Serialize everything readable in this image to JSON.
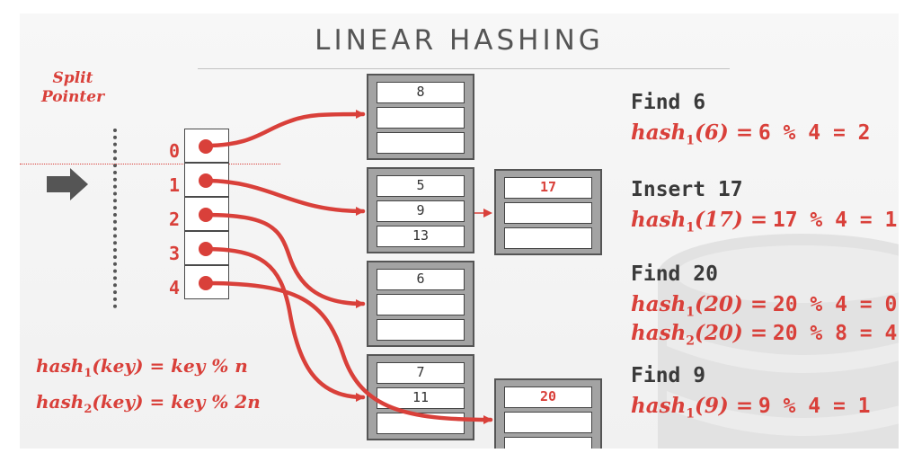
{
  "title": "LINEAR HASHING",
  "split_pointer_label": [
    "Split",
    "Pointer"
  ],
  "directory": {
    "indices": [
      "0",
      "1",
      "2",
      "3",
      "4"
    ]
  },
  "buckets": [
    {
      "slots": [
        "8",
        "",
        ""
      ]
    },
    {
      "slots": [
        "5",
        "9",
        "13"
      ]
    },
    {
      "slots": [
        "6",
        "",
        ""
      ]
    },
    {
      "slots": [
        "7",
        "11",
        ""
      ]
    }
  ],
  "overflow_buckets": [
    {
      "slots": [
        "17",
        "",
        ""
      ]
    },
    {
      "slots": [
        "20",
        "",
        ""
      ]
    }
  ],
  "formulas": [
    {
      "fn": "hash",
      "sub": "1",
      "rest": "(key) = key % n"
    },
    {
      "fn": "hash",
      "sub": "2",
      "rest": "(key) = key % 2n"
    }
  ],
  "operations": [
    {
      "title": "Find 6",
      "lines": [
        {
          "sub": "1",
          "arg": "(6)",
          "expr": "6 % 4 = 2"
        }
      ]
    },
    {
      "title": "Insert 17",
      "lines": [
        {
          "sub": "1",
          "arg": "(17)",
          "expr": "17 % 4 = 1"
        }
      ]
    },
    {
      "title": "Find 20",
      "lines": [
        {
          "sub": "1",
          "arg": "(20)",
          "expr": "20 % 4 = 0"
        },
        {
          "sub": "2",
          "arg": "(20)",
          "expr": "20 % 8 = 4"
        }
      ]
    },
    {
      "title": "Find 9",
      "lines": [
        {
          "sub": "1",
          "arg": "(9)",
          "expr": "9 % 4 = 1"
        }
      ]
    }
  ],
  "hash_fn_name": "hash",
  "colors": {
    "accent": "#d9403a",
    "bucket_fill": "#a3a3a3",
    "text_dark": "#3a3a3a"
  }
}
